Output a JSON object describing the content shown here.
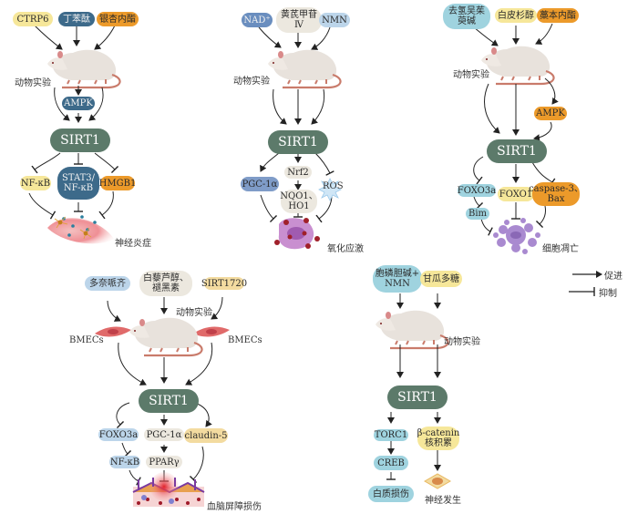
{
  "colors": {
    "sirt1": "#5c7a6a",
    "yellow": "#f6e79a",
    "dark_blue": "#3d6a8a",
    "orange": "#ec9a2a",
    "light_blue": "#9fd3df",
    "mid_blue": "#7f9cc8",
    "beige": "#ece8df",
    "pale_blue": "#bcd5ea",
    "arrow": "#222222"
  },
  "common": {
    "animal_label": "动物实验",
    "sirt1_label": "SIRT1"
  },
  "panels": {
    "inflammation": {
      "inputs": [
        "CTRP6",
        "丁苯酞",
        "银杏内酯"
      ],
      "mediator": "AMPK",
      "targets": [
        "NF-κB",
        "STAT3/\nNF-κB",
        "HMGB1"
      ],
      "outcome": "神经炎症"
    },
    "oxidative": {
      "inputs": [
        "NAD⁺",
        "黄芪甲苷\nⅣ",
        "NMN"
      ],
      "targets": [
        "PGC-1α",
        "Nrf2",
        "NQO1、\nHO1",
        "ROS"
      ],
      "outcome": "氧化应激"
    },
    "apoptosis": {
      "inputs": [
        "去氢吴茱\n萸碱",
        "白皮杉醇",
        "藁本内酯"
      ],
      "mediator": "AMPK",
      "targets": [
        "FOXO3a",
        "Bim",
        "FOXO1",
        "caspase-3、\nBax"
      ],
      "outcome": "细胞凋亡"
    },
    "bbb": {
      "inputs": [
        "多奈哌齐",
        "白藜芦醇、\n褪黑素",
        "SIRT1720"
      ],
      "cell_label_left": "BMECs",
      "cell_label_right": "BMECs",
      "targets": [
        "FOXO3a",
        "NF-κB",
        "PGC-1α",
        "PPARγ",
        "claudin-5"
      ],
      "outcome": "血脑屏障损伤"
    },
    "white_matter": {
      "inputs": [
        "胞磷胆碱+\nNMN",
        "甘瓜多糖"
      ],
      "targets": [
        "TORC1",
        "CREB",
        "β-catenin\n核积累"
      ],
      "outcome_left": "白质损伤",
      "outcome_right": "神经发生"
    }
  },
  "legend": {
    "promote": "促进",
    "inhibit": "抑制"
  }
}
